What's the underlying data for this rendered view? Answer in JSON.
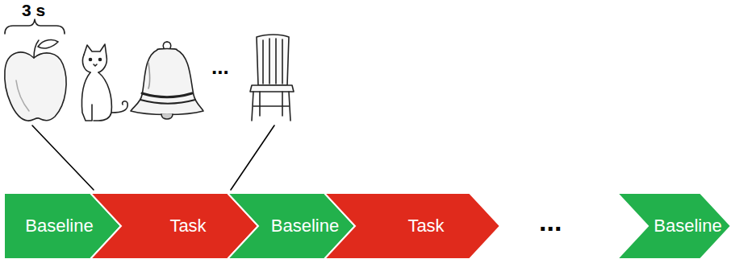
{
  "diagram": {
    "nodes": [
      {
        "text": [
          "Baseline"
        ]
      },
      {
        "text": [
          "Task"
        ]
      },
      {
        "text": [
          "Baseline"
        ]
      },
      {
        "text": [
          "Task"
        ]
      },
      {
        "text": [
          "Baseline"
        ]
      }
    ],
    "labels": [
      "3 s",
      "...",
      "..."
    ]
  }
}
